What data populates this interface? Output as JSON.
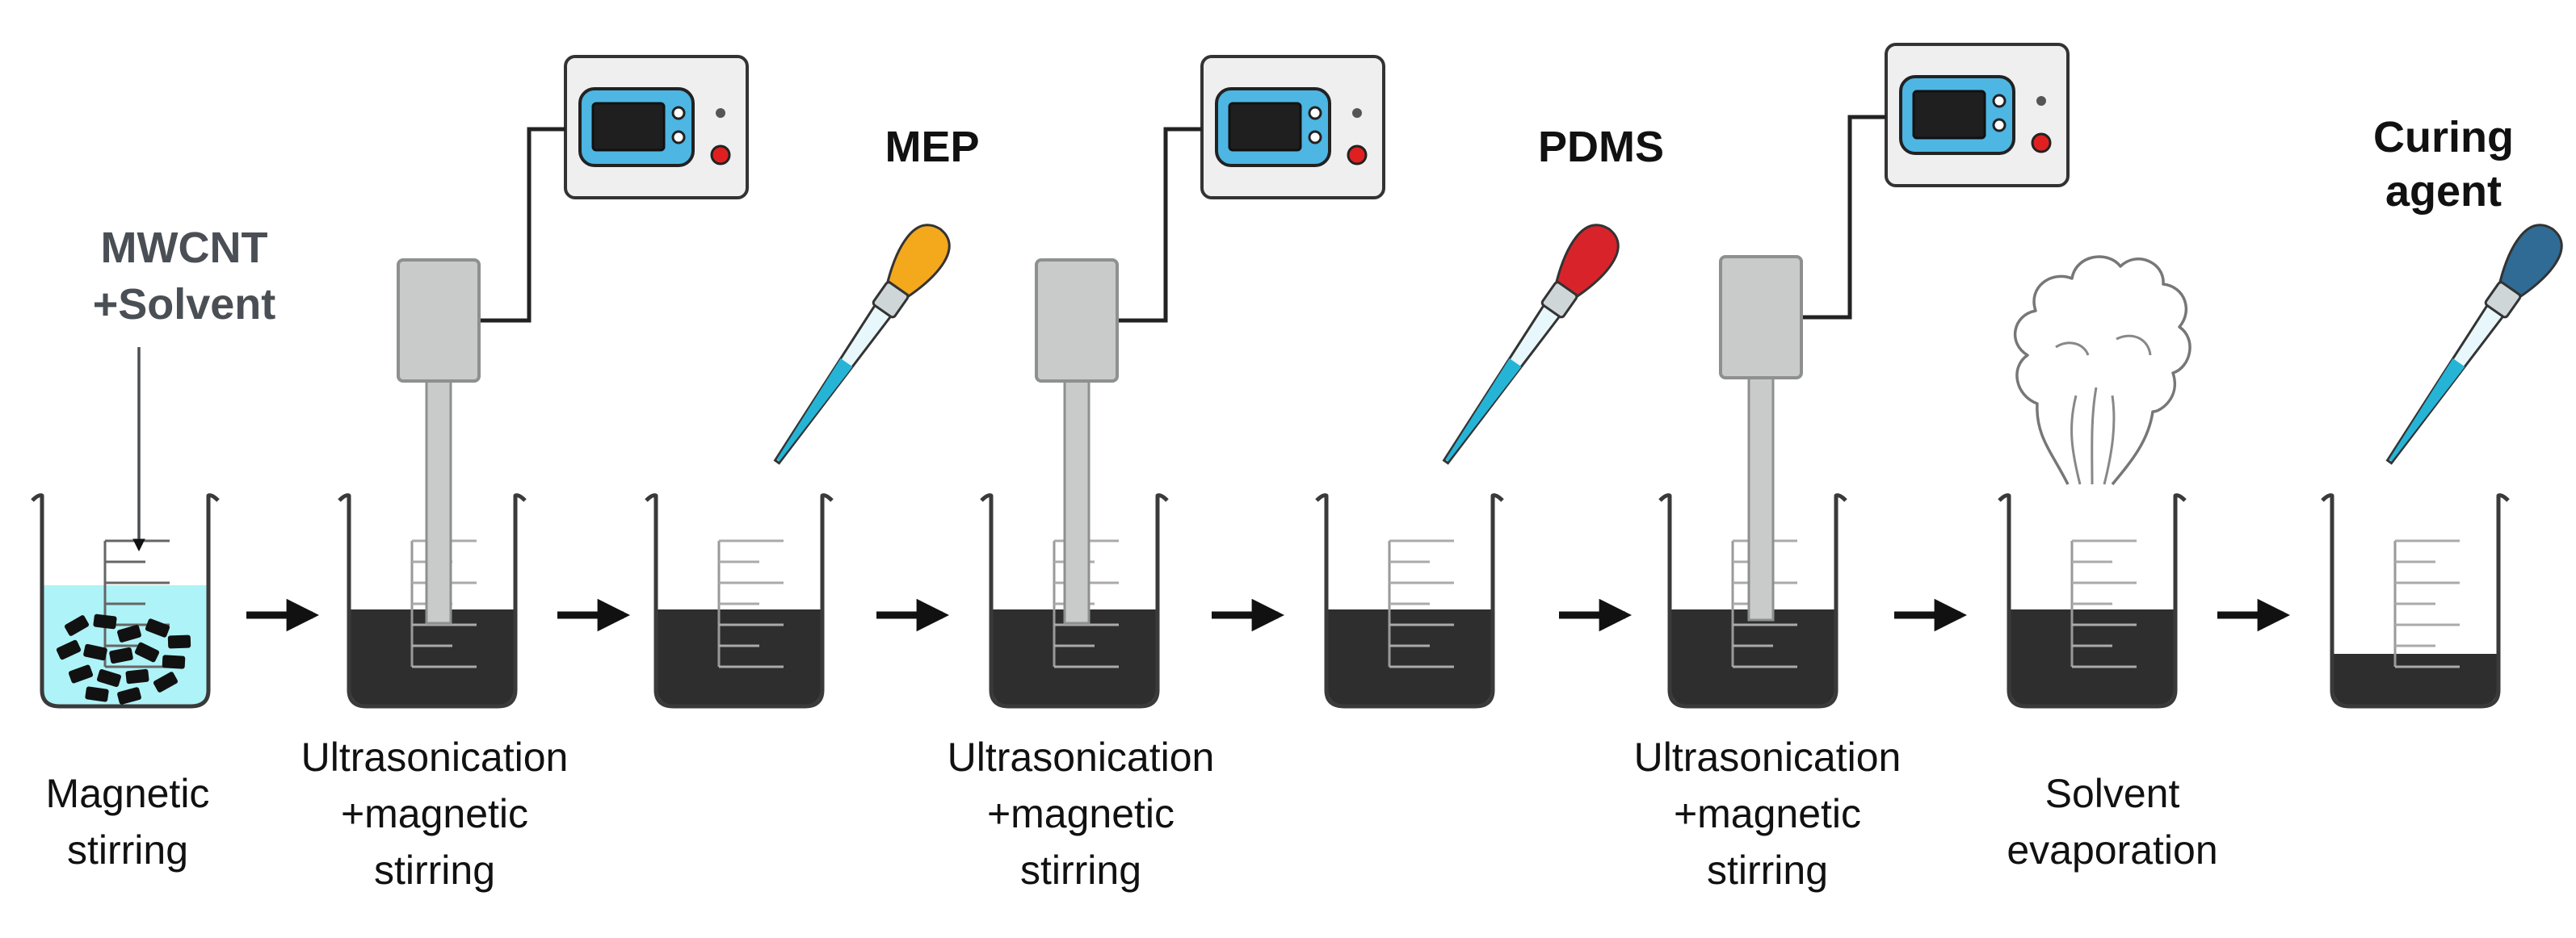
{
  "colors": {
    "liquid_dark": "#2e2e2e",
    "liquid_solvent": "#aef3f7",
    "beaker_stroke": "#3a3a3a",
    "probe_fill": "#c9cbcb",
    "probe_stroke": "#8e9090",
    "device_body": "#efefef",
    "device_screen_frame": "#4eb6e3",
    "device_screen": "#1f1f1f",
    "device_red": "#e02020",
    "pipette_orange": "#f4a81c",
    "pipette_red": "#d8232a",
    "pipette_blue": "#2f6b95",
    "pipette_liquid": "#26b4d6",
    "label_gray": "#4a4f55",
    "arrow": "#111111"
  },
  "labels": {
    "mwcnt_line1": "MWCNT",
    "mwcnt_line2": "+Solvent",
    "mep": "MEP",
    "pdms": "PDMS",
    "curing_line1": "Curing",
    "curing_line2": "agent",
    "magnetic_line1": "Magnetic",
    "magnetic_line2": "stirring",
    "ultra1_line1": "Ultrasonication",
    "ultra1_line2": "+magnetic",
    "ultra1_line3": "stirring",
    "ultra2_line1": "Ultrasonication",
    "ultra2_line2": "+magnetic",
    "ultra2_line3": "stirring",
    "ultra3_line1": "Ultrasonication",
    "ultra3_line2": "+magnetic",
    "ultra3_line3": "stirring",
    "solvent_line1": "Solvent",
    "solvent_line2": "evaporation"
  },
  "icons": {
    "beaker": "beaker-icon",
    "ultrasonic_generator": "ultrasonic-generator-icon",
    "sonicator_probe": "sonicator-probe-icon",
    "dropper": "dropper-icon",
    "vapor": "vapor-cloud-icon",
    "arrow": "arrow-right-icon"
  }
}
